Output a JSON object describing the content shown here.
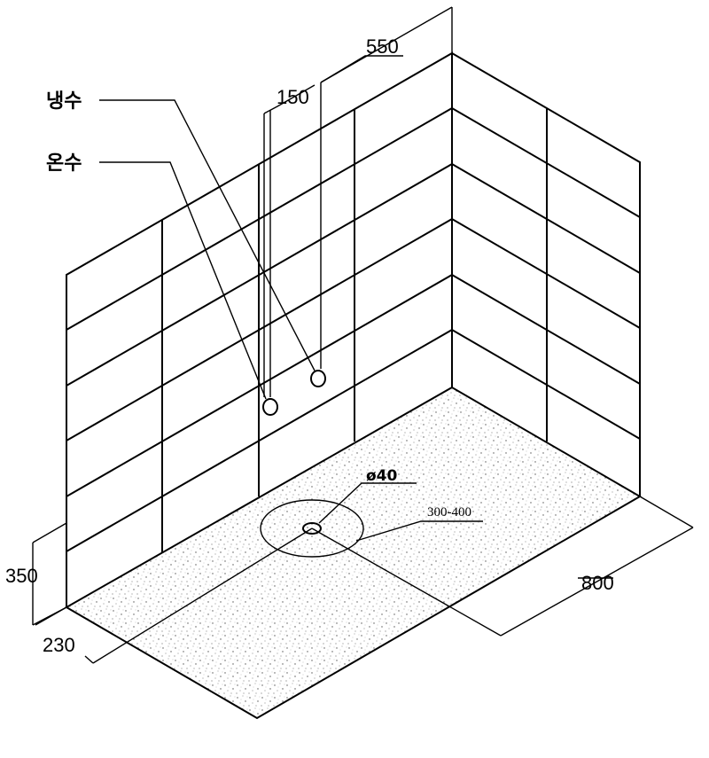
{
  "labels": {
    "cold_water": "냉수",
    "hot_water": "온수",
    "drain_diameter": "ø40",
    "drain_zone": "300-400"
  },
  "dimensions": {
    "d550": "550",
    "d150": "150",
    "d350": "350",
    "d230": "230",
    "d800": "800"
  },
  "colors": {
    "line": "#000000",
    "floor_fill": "#e8e8e8"
  }
}
